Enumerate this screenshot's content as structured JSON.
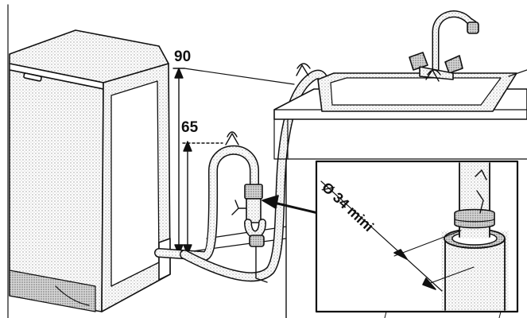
{
  "dimensions": {
    "height_high": "90",
    "height_low": "65",
    "diameter": "Ø 34 mini"
  },
  "colors": {
    "line": "#111111",
    "shade": "#e3e3e3",
    "background": "#ffffff"
  }
}
